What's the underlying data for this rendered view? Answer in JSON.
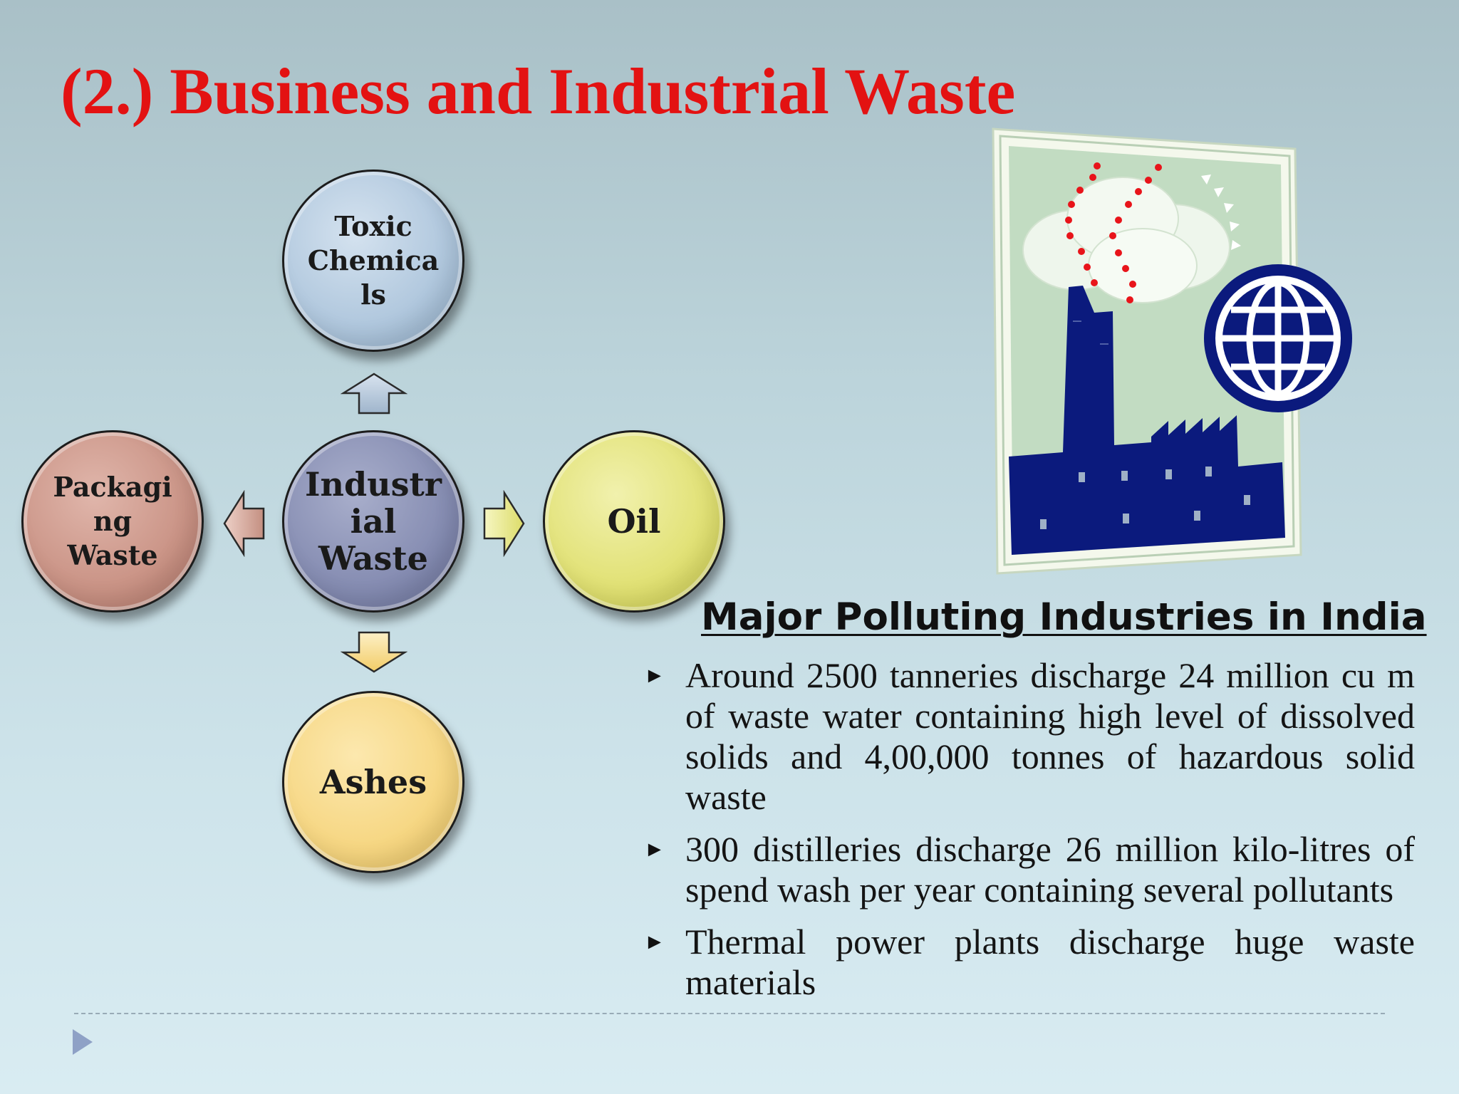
{
  "slide": {
    "title": "(2.) Business and Industrial Waste"
  },
  "diagram": {
    "center": {
      "lines": [
        "Industr",
        "ial",
        "Waste"
      ]
    },
    "top": {
      "lines": [
        "Toxic",
        "Chemica",
        "ls"
      ]
    },
    "left": {
      "lines": [
        "Packagi",
        "ng",
        "Waste"
      ]
    },
    "right": {
      "label": "Oil"
    },
    "bottom": {
      "label": "Ashes"
    }
  },
  "section": {
    "heading": "Major Polluting Industries in India",
    "bullets": [
      "Around 2500 tanneries discharge 24 million cu m of waste water containing high level of dissolved solids and 4,00,000 tonnes of hazardous solid waste",
      "300 distilleries discharge 26 million kilo-litres of spend wash per year containing several pollutants",
      "Thermal power plants discharge huge waste materials"
    ]
  },
  "colors": {
    "title": "#e31212",
    "factory": "#0b1a7d",
    "smoke_dots": "#e8141a",
    "art_background": "#c2dcc2"
  },
  "icons": {
    "bullet": "triangle-right",
    "nav": "triangle-right"
  }
}
